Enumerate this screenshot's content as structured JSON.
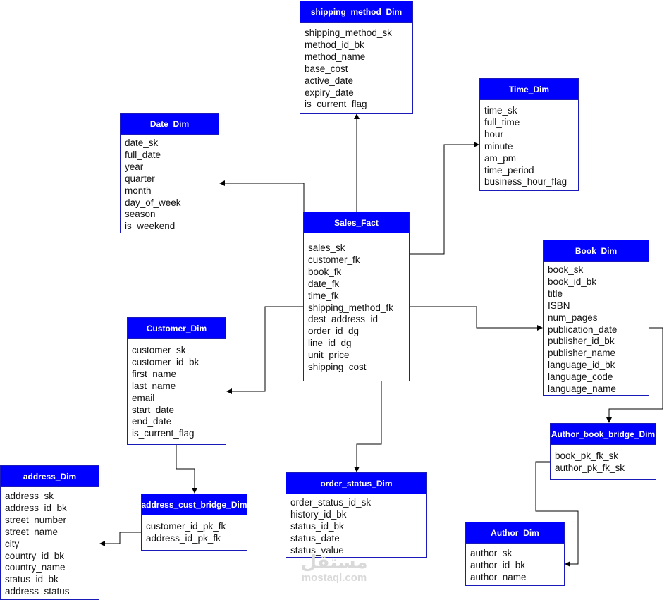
{
  "entities": [
    {
      "id": "shipping_method_dim",
      "title": "shipping_method_Dim",
      "fields": [
        "shipping_method_sk",
        "method_id_bk",
        "method_name",
        "base_cost",
        "active_date",
        "expiry_date",
        "is_current_flag"
      ]
    },
    {
      "id": "time_dim",
      "title": "Time_Dim",
      "fields": [
        "time_sk",
        "full_time",
        "hour",
        "minute",
        "am_pm",
        "time_period",
        "business_hour_flag"
      ]
    },
    {
      "id": "date_dim",
      "title": "Date_Dim",
      "fields": [
        "date_sk",
        "full_date",
        "year",
        "quarter",
        "month",
        "day_of_week",
        "season",
        "is_weekend"
      ]
    },
    {
      "id": "sales_fact",
      "title": "Sales_Fact",
      "fields": [
        "sales_sk",
        "customer_fk",
        "book_fk",
        "date_fk",
        "time_fk",
        "shipping_method_fk",
        "dest_address_id",
        "order_id_dg",
        "line_id_dg",
        "unit_price",
        "shipping_cost"
      ]
    },
    {
      "id": "book_dim",
      "title": "Book_Dim",
      "fields": [
        "book_sk",
        "book_id_bk",
        "title",
        "ISBN",
        "num_pages",
        "publication_date",
        "publisher_id_bk",
        "publisher_name",
        "language_id_bk",
        "language_code",
        "language_name"
      ]
    },
    {
      "id": "customer_dim",
      "title": "Customer_Dim",
      "fields": [
        "customer_sk",
        "customer_id_bk",
        "first_name",
        "last_name",
        "email",
        "start_date",
        "end_date",
        "is_current_flag"
      ]
    },
    {
      "id": "author_book_bridge_dim",
      "title": "Author_book_bridge_Dim",
      "fields": [
        "book_pk_fk_sk",
        "author_pk_fk_sk"
      ]
    },
    {
      "id": "address_dim",
      "title": "address_Dim",
      "fields": [
        "address_sk",
        "address_id_bk",
        "street_number",
        "street_name",
        "city",
        "country_id_bk",
        "country_name",
        "status_id_bk",
        "address_status"
      ]
    },
    {
      "id": "address_cust_bridge_dim",
      "title": "address_cust_bridge_Dim",
      "fields": [
        "customer_id_pk_fk",
        "address_id_pk_fk"
      ]
    },
    {
      "id": "order_status_dim",
      "title": "order_status_Dim",
      "fields": [
        "order_status_id_sk",
        "history_id_bk",
        "status_id_bk",
        "status_date",
        "status_value"
      ]
    },
    {
      "id": "author_dim",
      "title": "Author_Dim",
      "fields": [
        "author_sk",
        "author_id_bk",
        "author_name"
      ]
    }
  ],
  "relationships": [
    {
      "from": "sales_fact",
      "to": "shipping_method_dim"
    },
    {
      "from": "sales_fact",
      "to": "time_dim"
    },
    {
      "from": "sales_fact",
      "to": "date_dim"
    },
    {
      "from": "sales_fact",
      "to": "book_dim"
    },
    {
      "from": "sales_fact",
      "to": "customer_dim"
    },
    {
      "from": "sales_fact",
      "to": "order_status_dim"
    },
    {
      "from": "customer_dim",
      "to": "address_cust_bridge_dim"
    },
    {
      "from": "address_cust_bridge_dim",
      "to": "address_dim"
    },
    {
      "from": "book_dim",
      "to": "author_book_bridge_dim"
    },
    {
      "from": "author_book_bridge_dim",
      "to": "author_dim"
    }
  ],
  "colors": {
    "header_fill": "#0000ff",
    "header_text": "#ffffff",
    "border": "#1a1ab8",
    "connector": "#000000",
    "watermark": "#d9d9d9"
  },
  "watermark": {
    "arabic": "مستقل",
    "latin": "mostaql.com"
  }
}
